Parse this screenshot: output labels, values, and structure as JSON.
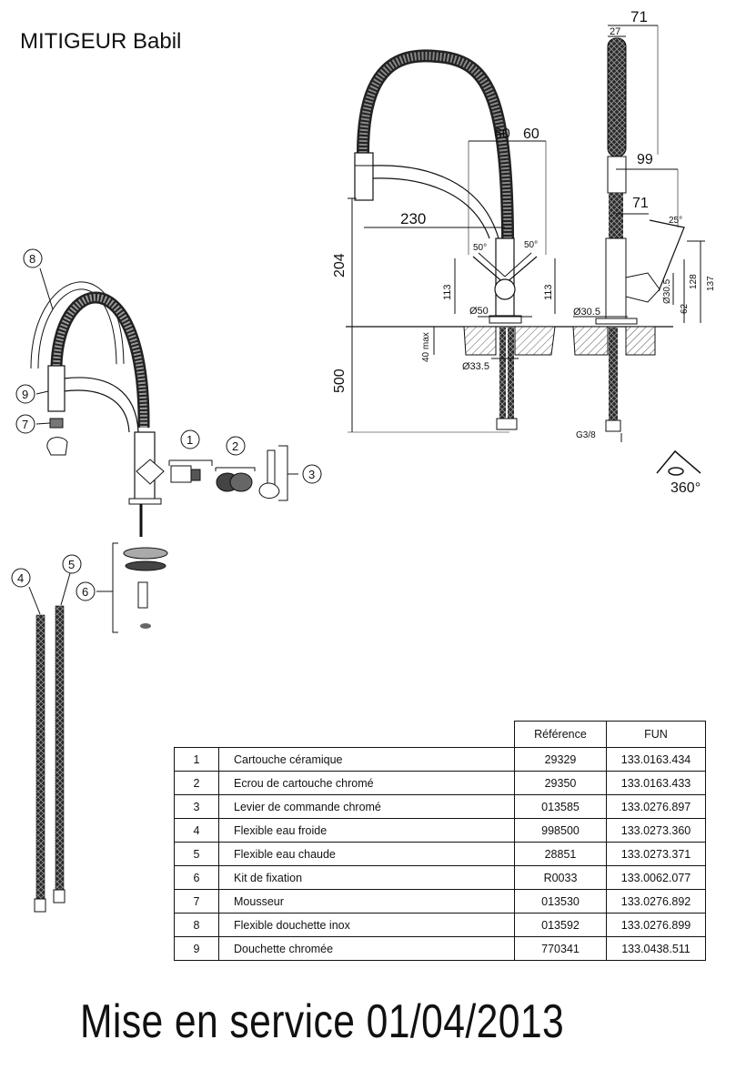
{
  "title": "MITIGEUR Babil",
  "footer": "Mise en service 01/04/2013",
  "dimensions": {
    "front_top_71": "71",
    "side_27": "27",
    "d60_left": "60",
    "d60_right": "60",
    "d99": "99",
    "d71_mid": "71",
    "d230": "230",
    "d204": "204",
    "angle_25": "25°",
    "angle_50_left": "50°",
    "angle_50_right": "50°",
    "d113_left": "113",
    "d113_right": "113",
    "d128": "128",
    "d137": "137",
    "d62": "62",
    "dia30_5_side": "Ø30.5",
    "dia50": "Ø50",
    "dia30_5_base": "Ø30.5",
    "d40max": "40 max",
    "dia33_5": "Ø33.5",
    "d500": "500",
    "g3_8": "G3/8",
    "rotation": "360°"
  },
  "callouts": [
    "1",
    "2",
    "3",
    "4",
    "5",
    "6",
    "7",
    "8",
    "9"
  ],
  "table": {
    "headers": [
      "Référence",
      "FUN"
    ],
    "rows": [
      {
        "num": "1",
        "desc": "Cartouche céramique",
        "ref": "29329",
        "fun": "133.0163.434"
      },
      {
        "num": "2",
        "desc": "Ecrou de cartouche chromé",
        "ref": "29350",
        "fun": "133.0163.433"
      },
      {
        "num": "3",
        "desc": "Levier de commande chromé",
        "ref": "013585",
        "fun": "133.0276.897"
      },
      {
        "num": "4",
        "desc": "Flexible eau froide",
        "ref": "998500",
        "fun": "133.0273.360"
      },
      {
        "num": "5",
        "desc": "Flexible eau chaude",
        "ref": "28851",
        "fun": "133.0273.371"
      },
      {
        "num": "6",
        "desc": " Kit de fixation",
        "ref": "R0033",
        "fun": "133.0062.077"
      },
      {
        "num": "7",
        "desc": "Mousseur",
        "ref": "013530",
        "fun": "133.0276.892"
      },
      {
        "num": "8",
        "desc": "Flexible douchette inox",
        "ref": "013592",
        "fun": "133.0276.899"
      },
      {
        "num": "9",
        "desc": "Douchette chromée",
        "ref": "770341",
        "fun": "133.0438.511"
      }
    ]
  }
}
